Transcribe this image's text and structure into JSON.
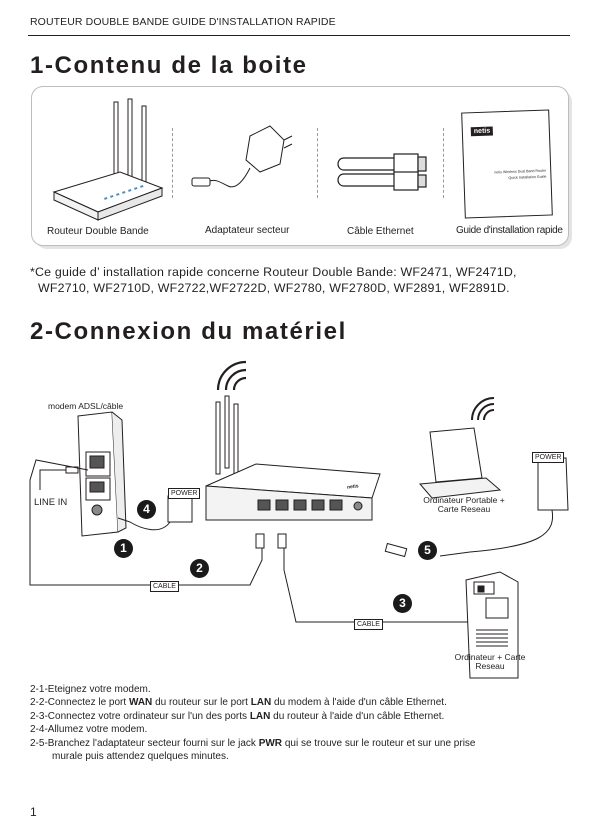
{
  "header": {
    "title": "ROUTEUR DOUBLE BANDE GUIDE D'INSTALLATION RAPIDE"
  },
  "section1": {
    "title": "1-Contenu de la boite",
    "items": [
      {
        "label": "Routeur Double Bande"
      },
      {
        "label": "Adaptateur secteur"
      },
      {
        "label": "Câble Ethernet"
      },
      {
        "label": "Guide d'installation rapide"
      }
    ],
    "guide_brand": "netis",
    "guide_cover_line1": "netis Wireless Dual Band Router",
    "guide_cover_line2": "Quick Installation Guide",
    "models_line1": "*Ce guide d’   installation rapide concerne Routeur Double Bande: WF2471, WF2471D,",
    "models_line2": "WF2710, WF2710D, WF2722,WF2722D, WF2780, WF2780D, WF2891, WF2891D."
  },
  "section2": {
    "title": "2-Connexion du matériel",
    "modem_label": "modem ADSL/câble",
    "line_in_label": "LINE IN",
    "power_label": "POWER",
    "cable_label": "CABLE",
    "laptop_label_line1": "Ordinateur Portable +",
    "laptop_label_line2": "Carte Reseau",
    "desktop_label_line1": "Ordinateur + Carte",
    "desktop_label_line2": "Reseau",
    "router_brand": "netis",
    "step_numbers": [
      "1",
      "2",
      "3",
      "4",
      "5"
    ]
  },
  "steps": {
    "s1": "2-1-Eteignez votre modem.",
    "s2_pre": "2-2-Connectez le port ",
    "s2_b1": "WAN",
    "s2_mid": " du routeur sur le port ",
    "s2_b2": "LAN",
    "s2_post": " du modem à l'aide d'un câble Ethernet.",
    "s3_pre": "2-3-Connectez votre ordinateur sur l'un des ports ",
    "s3_b": "LAN",
    "s3_post": " du routeur à l'aide d'un câble Ethernet.",
    "s4": "2-4-Allumez votre modem.",
    "s5_pre": "2-5-Branchez l'adaptateur secteur fourni sur le jack ",
    "s5_b": "PWR",
    "s5_post": " qui se trouve sur le routeur et sur une prise",
    "s5_cont": "murale puis attendez quelques minutes."
  },
  "footer": {
    "page_number": "1"
  },
  "colors": {
    "text": "#231f20",
    "panel_border": "#bdbdbd",
    "panel_shadow": "#e4e4e4",
    "router_led": "#4a90c8"
  }
}
